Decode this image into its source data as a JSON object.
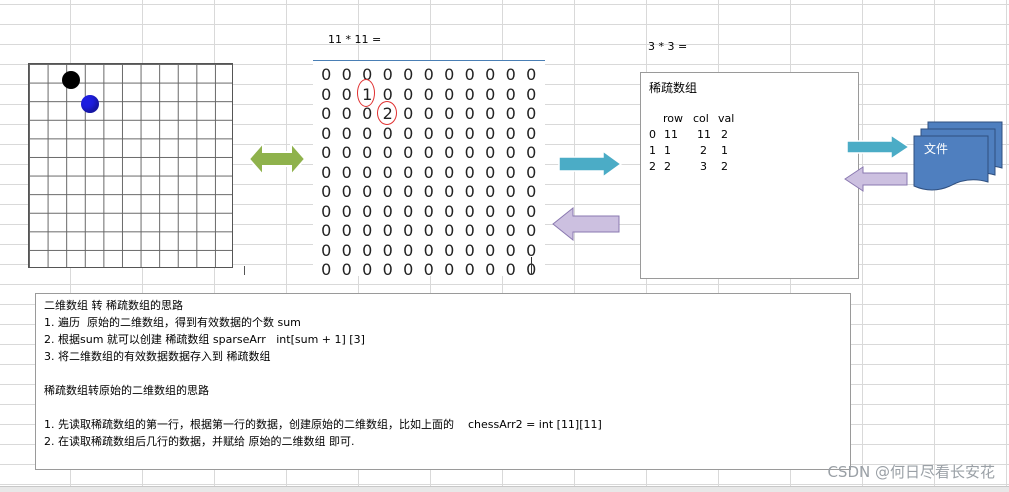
{
  "labels": {
    "matrix_dim": "11 * 11 =",
    "sparse_dim": "3 * 3 ="
  },
  "matrix": {
    "rows": [
      [
        "0",
        "0",
        "0",
        "0",
        "0",
        "0",
        "0",
        "0",
        "0",
        "0",
        "0"
      ],
      [
        "0",
        "0",
        "1",
        "0",
        "0",
        "0",
        "0",
        "0",
        "0",
        "0",
        "0"
      ],
      [
        "0",
        "0",
        "0",
        "2",
        "0",
        "0",
        "0",
        "0",
        "0",
        "0",
        "0"
      ],
      [
        "0",
        "0",
        "0",
        "0",
        "0",
        "0",
        "0",
        "0",
        "0",
        "0",
        "0"
      ],
      [
        "0",
        "0",
        "0",
        "0",
        "0",
        "0",
        "0",
        "0",
        "0",
        "0",
        "0"
      ],
      [
        "0",
        "0",
        "0",
        "0",
        "0",
        "0",
        "0",
        "0",
        "0",
        "0",
        "0"
      ],
      [
        "0",
        "0",
        "0",
        "0",
        "0",
        "0",
        "0",
        "0",
        "0",
        "0",
        "0"
      ],
      [
        "0",
        "0",
        "0",
        "0",
        "0",
        "0",
        "0",
        "0",
        "0",
        "0",
        "0"
      ],
      [
        "0",
        "0",
        "0",
        "0",
        "0",
        "0",
        "0",
        "0",
        "0",
        "0",
        "0"
      ],
      [
        "0",
        "0",
        "0",
        "0",
        "0",
        "0",
        "0",
        "0",
        "0",
        "0",
        "0"
      ],
      [
        "0",
        "0",
        "0",
        "0",
        "0",
        "0",
        "0",
        "0",
        "0",
        "0",
        "0"
      ]
    ]
  },
  "sparse": {
    "title": "稀疏数组",
    "headers": [
      "row",
      "col",
      "val"
    ],
    "rows": [
      [
        "0",
        "11",
        "11",
        "2"
      ],
      [
        "1",
        "1",
        "2",
        "1"
      ],
      [
        "2",
        "2",
        "3",
        "2"
      ]
    ]
  },
  "file": {
    "label": "文件"
  },
  "notes": {
    "lines": [
      "二维数组 转 稀疏数组的思路",
      "1. 遍历  原始的二维数组，得到有效数据的个数 sum",
      "2. 根据sum 就可以创建 稀疏数组 sparseArr   int[sum + 1] [3]",
      "3. 将二维数组的有效数据数据存入到 稀疏数组",
      "",
      "稀疏数组转原始的二维数组的思路",
      "",
      "1. 先读取稀疏数组的第一行，根据第一行的数据，创建原始的二维数组，比如上面的    chessArr2 = int [11][11]",
      "2. 在读取稀疏数组后几行的数据，并赋给 原始的二维数组 即可."
    ]
  },
  "watermark": "CSDN @何日尽看长安花",
  "colors": {
    "arrow_green": "#8fb24c",
    "arrow_teal": "#4bacc6",
    "arrow_lavender": "#ccc0e0",
    "file_blue": "#4f7fbf",
    "stone_blue": "#1e1ee0",
    "circle_red": "#e03030"
  }
}
